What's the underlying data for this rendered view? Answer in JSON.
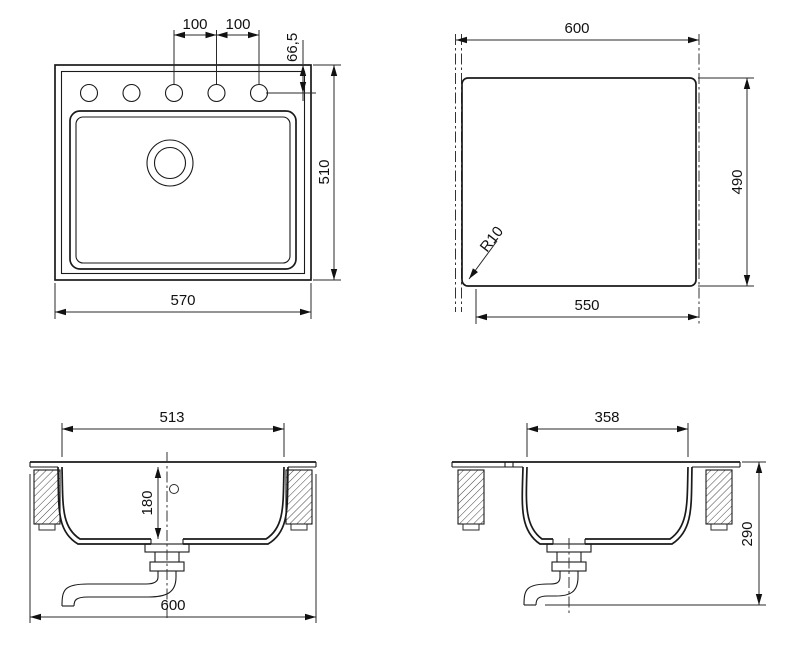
{
  "views": {
    "top": {
      "hole_spacing_left": "100",
      "hole_spacing_right": "100",
      "hole_offset": "66,5",
      "depth": "510",
      "width": "570"
    },
    "cutout": {
      "width_top": "600",
      "height": "490",
      "width_bottom": "550",
      "corner_radius": "R10"
    },
    "front_section": {
      "inner_width": "513",
      "bowl_depth": "180",
      "overall_width": "600"
    },
    "side_section": {
      "inner_width": "358",
      "depth": "290"
    }
  }
}
